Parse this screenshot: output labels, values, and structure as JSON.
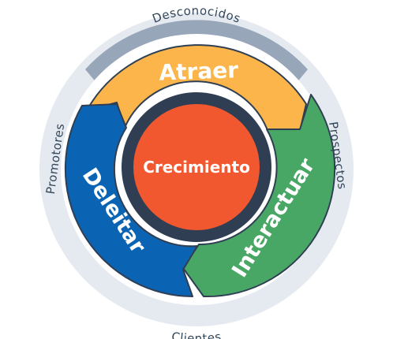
{
  "outer_ring": {
    "top": "Desconocidos",
    "right": "Prospectos",
    "bottom": "Clientes",
    "left": "Promotores"
  },
  "segments": {
    "attract": "Atraer",
    "engage": "Interactuar",
    "delight": "Deleitar"
  },
  "center": {
    "label": "Crecimiento"
  },
  "colors": {
    "outer_ring": "#e5e9f0",
    "outer_ring_dark": "#98a6b9",
    "ring_border": "#ffffff",
    "attract": "#fbb54b",
    "engage": "#49a765",
    "delight": "#0a64b3",
    "hub_ring": "#2f3e53",
    "center": "#f2582f",
    "label_text": "#33475b"
  }
}
